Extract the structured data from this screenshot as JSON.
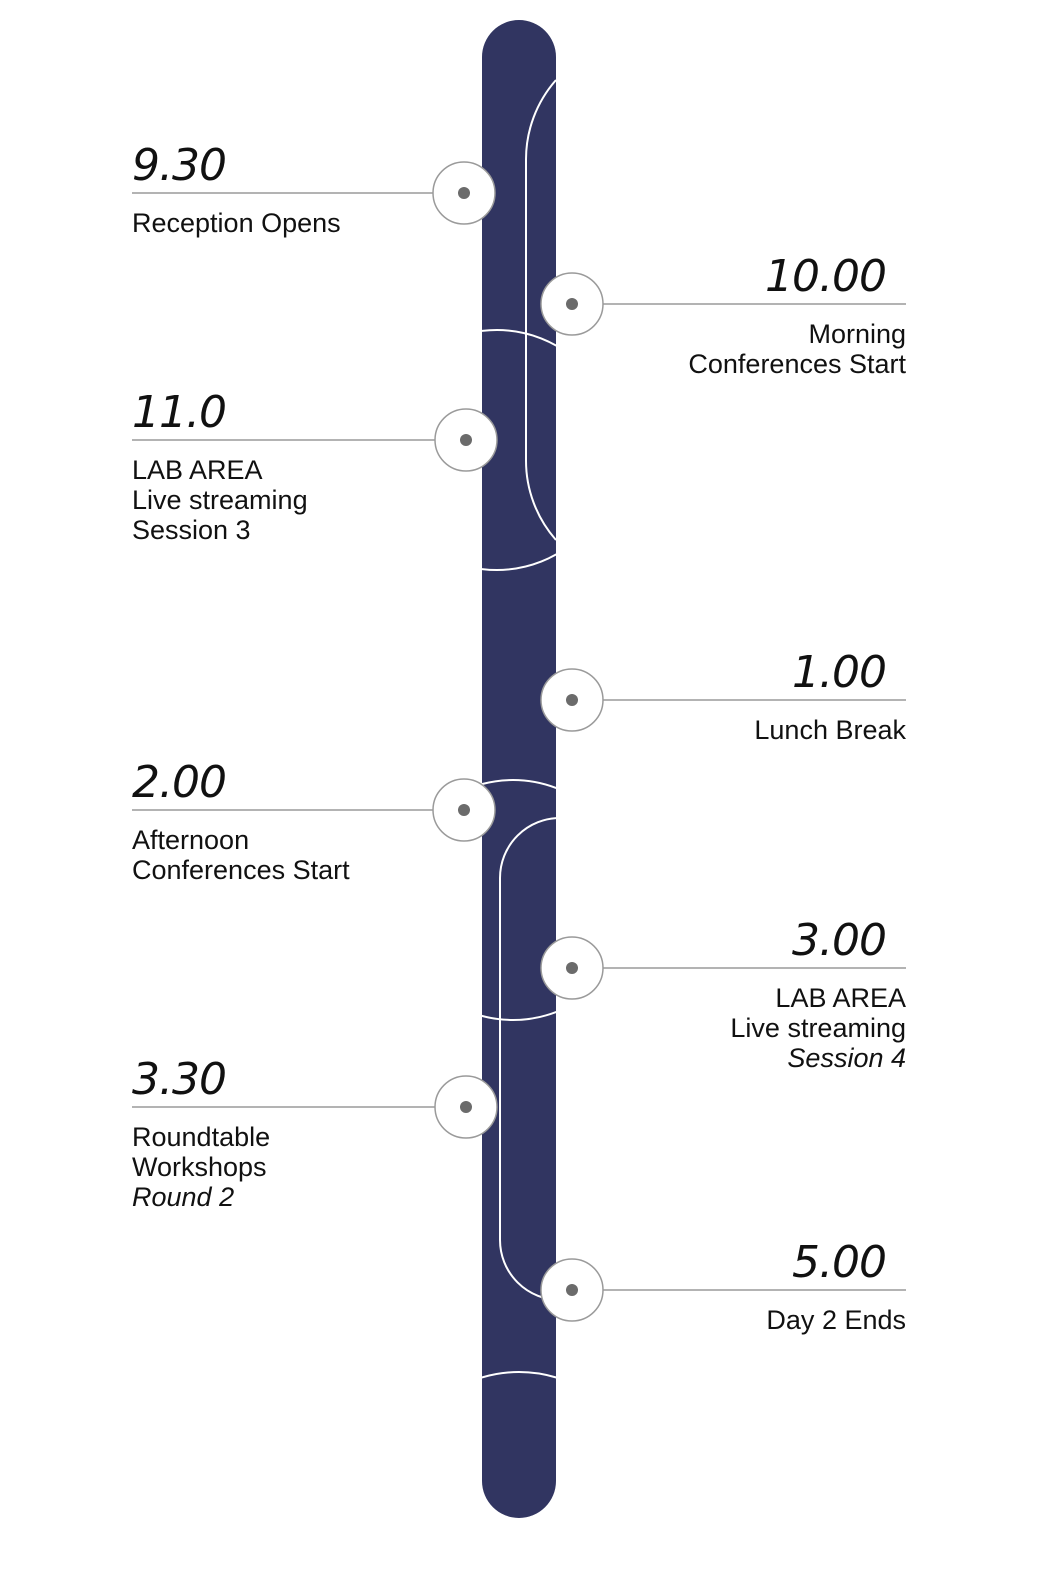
{
  "colors": {
    "bar": "#313561",
    "line": "#9a9a9a",
    "dot": "#6b6b6b",
    "node_fill": "#ffffff",
    "arc": "#ffffff"
  },
  "events": [
    {
      "time": "9.30",
      "lines": [
        "Reception Opens"
      ],
      "italic_last": false
    },
    {
      "time": "10.00",
      "lines": [
        "Morning",
        "Conferences Start"
      ],
      "italic_last": false
    },
    {
      "time": "11.0",
      "lines": [
        "LAB AREA",
        "Live streaming",
        "Session 3"
      ],
      "italic_last": false
    },
    {
      "time": "1.00",
      "lines": [
        "Lunch Break"
      ],
      "italic_last": false
    },
    {
      "time": "2.00",
      "lines": [
        "Afternoon",
        "Conferences Start"
      ],
      "italic_last": false
    },
    {
      "time": "3.00",
      "lines": [
        "LAB AREA",
        "Live streaming",
        "Session 4"
      ],
      "italic_last": true
    },
    {
      "time": "3.30",
      "lines": [
        "Roundtable",
        "Workshops",
        "Round 2"
      ],
      "italic_last": true
    },
    {
      "time": "5.00",
      "lines": [
        "Day 2 Ends"
      ],
      "italic_last": false
    }
  ]
}
